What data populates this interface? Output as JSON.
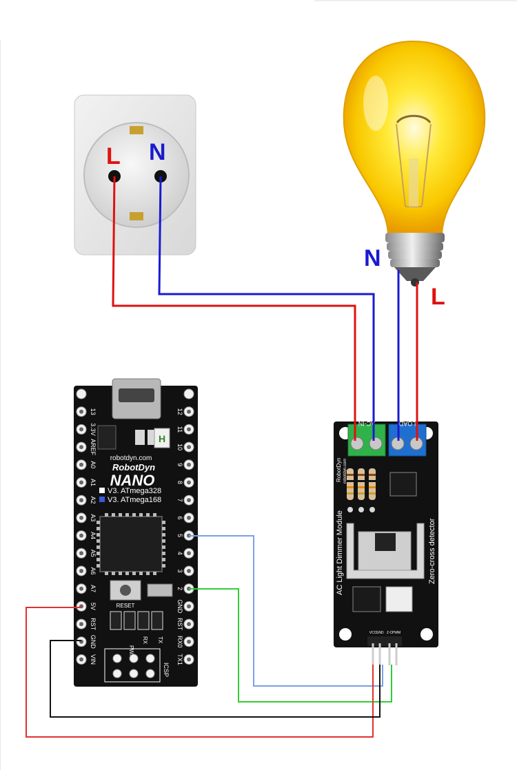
{
  "outlet": {
    "label_l": "L",
    "label_n": "N"
  },
  "bulb": {
    "label_n": "N",
    "label_l": "L"
  },
  "nano": {
    "brand_site": "robotdyn.com",
    "brand": "RobotDyn",
    "model": "NANO",
    "chip_1": "V3. ATmega328",
    "chip_2": "V3. ATmega168",
    "reset_label": "RESET",
    "led_pwr": "PWR",
    "led_rx": "RX",
    "led_tx": "TX",
    "icsp_label": "ICSP",
    "left_pins": [
      "13",
      "3.3V",
      "AREF",
      "A0",
      "A1",
      "A2",
      "A3",
      "A4",
      "A5",
      "A6",
      "A7",
      "5V",
      "RST",
      "GND",
      "VIN"
    ],
    "right_pins": [
      "12",
      "11",
      "10",
      "9",
      "8",
      "7",
      "6",
      "5",
      "4",
      "3",
      "2",
      "GND",
      "RST",
      "RX0",
      "TX1"
    ]
  },
  "dimmer": {
    "title": "AC Light Dimmer Module",
    "zc_label": "Zero-cross detector",
    "brand": "RobotDyn",
    "brand_site": "robotdyn.com",
    "in_label": "AC-IN",
    "load_label": "LOAD",
    "pins": [
      "VCC",
      "GND",
      "Z-C",
      "PWM"
    ]
  },
  "colors": {
    "live": "#e01010",
    "neutral": "#1a1ad0",
    "vcc": "#e03030",
    "gnd": "#111111",
    "zc": "#33cc33",
    "pwm": "#7aa0e8"
  }
}
